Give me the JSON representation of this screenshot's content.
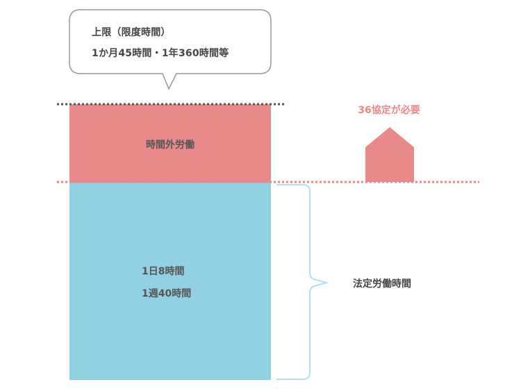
{
  "callout": {
    "line1": "上限（限度時間）",
    "line2": "1か月45時間・1年360時間等"
  },
  "overtime": {
    "label": "時間外労働",
    "color": "#e8898a"
  },
  "regular": {
    "line1": "1日8時間",
    "line2": "1週40時間",
    "color": "#92d1e3"
  },
  "agreement": {
    "label": "36協定が必要",
    "color": "#e8898a"
  },
  "statutory": {
    "label": "法定労働時間"
  },
  "colors": {
    "limit_line": "#555555",
    "statutory_line": "#e8898a",
    "brace": "#b5dff0",
    "callout_border": "#999999"
  },
  "icons": {
    "house": "house-icon"
  }
}
